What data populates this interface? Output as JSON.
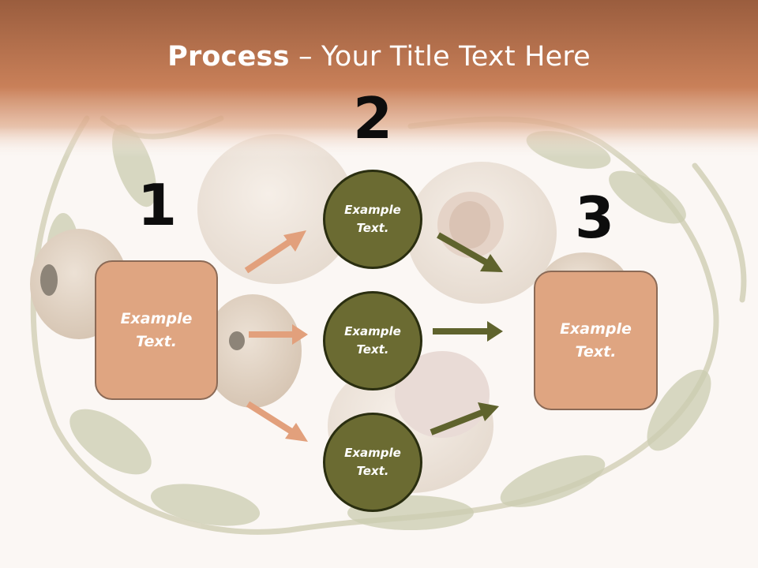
{
  "slide": {
    "title_bold": "Process",
    "title_rest": " – Your Title Text Here"
  },
  "steps": [
    {
      "number": "1",
      "label": "Example\nText."
    },
    {
      "number": "2",
      "label": "Example\nText."
    },
    {
      "number": "3",
      "label": "Example\nText."
    }
  ],
  "circles": [
    {
      "label": "Example\nText."
    },
    {
      "label": "Example\nText."
    },
    {
      "label": "Example\nText."
    }
  ],
  "colors": {
    "header": "#c98059",
    "box_fill": "#dfa581",
    "circle_fill": "#6b6b32",
    "arrow_left": "#e2a07c",
    "arrow_right": "#5f632d"
  }
}
